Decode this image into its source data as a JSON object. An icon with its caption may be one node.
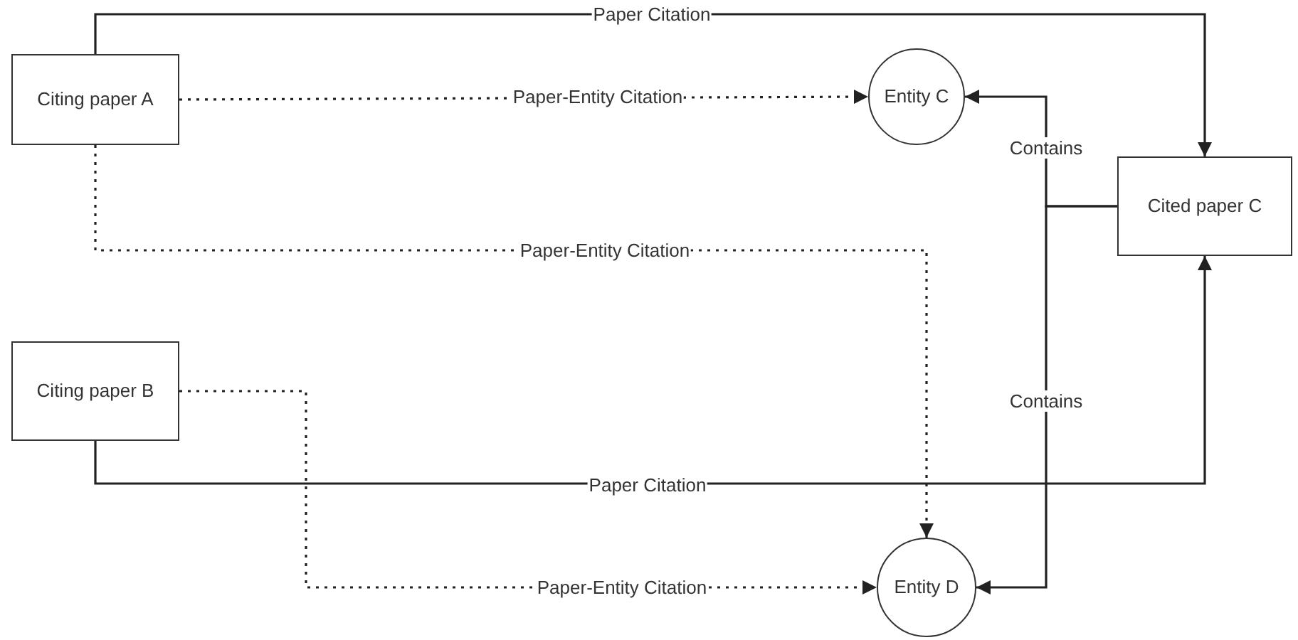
{
  "diagram": {
    "nodes": [
      {
        "text": [
          "Citing paper A"
        ]
      },
      {
        "text": [
          "Entity C"
        ]
      },
      {
        "text": [
          "Cited paper C"
        ]
      },
      {
        "text": [
          "Citing paper B"
        ]
      },
      {
        "text": [
          "Entity D"
        ]
      }
    ],
    "edges": [
      {
        "from": 0,
        "to": 2,
        "arrow": "to",
        "label": "Paper Citation"
      },
      {
        "from": 0,
        "to": 1,
        "arrow": "to",
        "label": "Paper-Entity Citation",
        "style": "dashed"
      },
      {
        "from": 0,
        "to": 4,
        "arrow": "to",
        "label": "Paper-Entity Citation",
        "style": "dashed"
      },
      {
        "from": 2,
        "to": 1,
        "arrow": "to",
        "label": "Contains"
      },
      {
        "from": 2,
        "to": 4,
        "arrow": "to",
        "label": "Contains"
      },
      {
        "from": 3,
        "to": 2,
        "arrow": "to",
        "label": "Paper Citation"
      },
      {
        "from": 3,
        "to": 4,
        "arrow": "to",
        "label": "Paper-Entity Citation",
        "style": "dashed"
      }
    ]
  }
}
